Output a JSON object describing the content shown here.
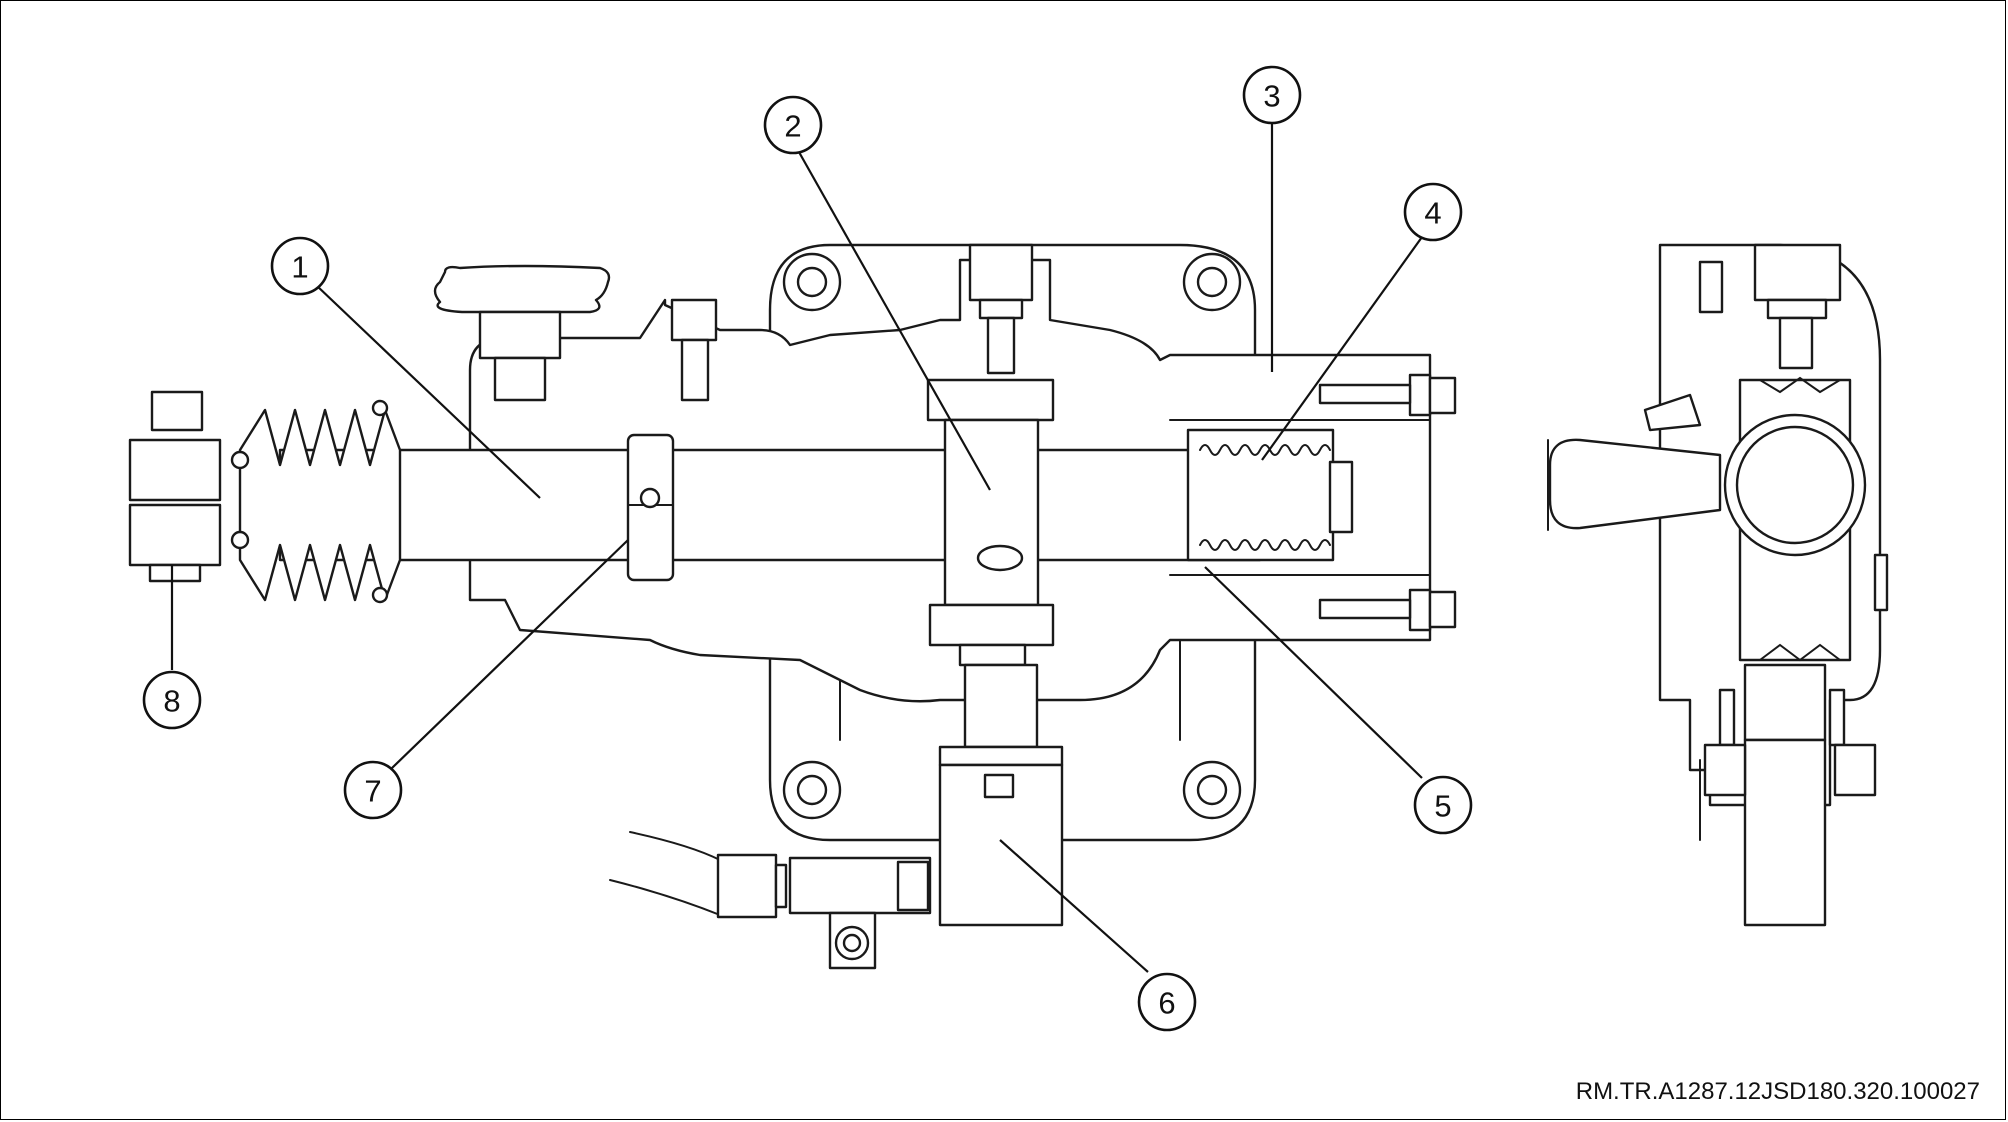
{
  "diagram": {
    "callouts": [
      {
        "id": "1",
        "label": "1"
      },
      {
        "id": "2",
        "label": "2"
      },
      {
        "id": "3",
        "label": "3"
      },
      {
        "id": "4",
        "label": "4"
      },
      {
        "id": "5",
        "label": "5"
      },
      {
        "id": "6",
        "label": "6"
      },
      {
        "id": "7",
        "label": "7"
      },
      {
        "id": "8",
        "label": "8"
      }
    ],
    "reference_code": "RM.TR.A1287.12JSD180.320.100027"
  }
}
